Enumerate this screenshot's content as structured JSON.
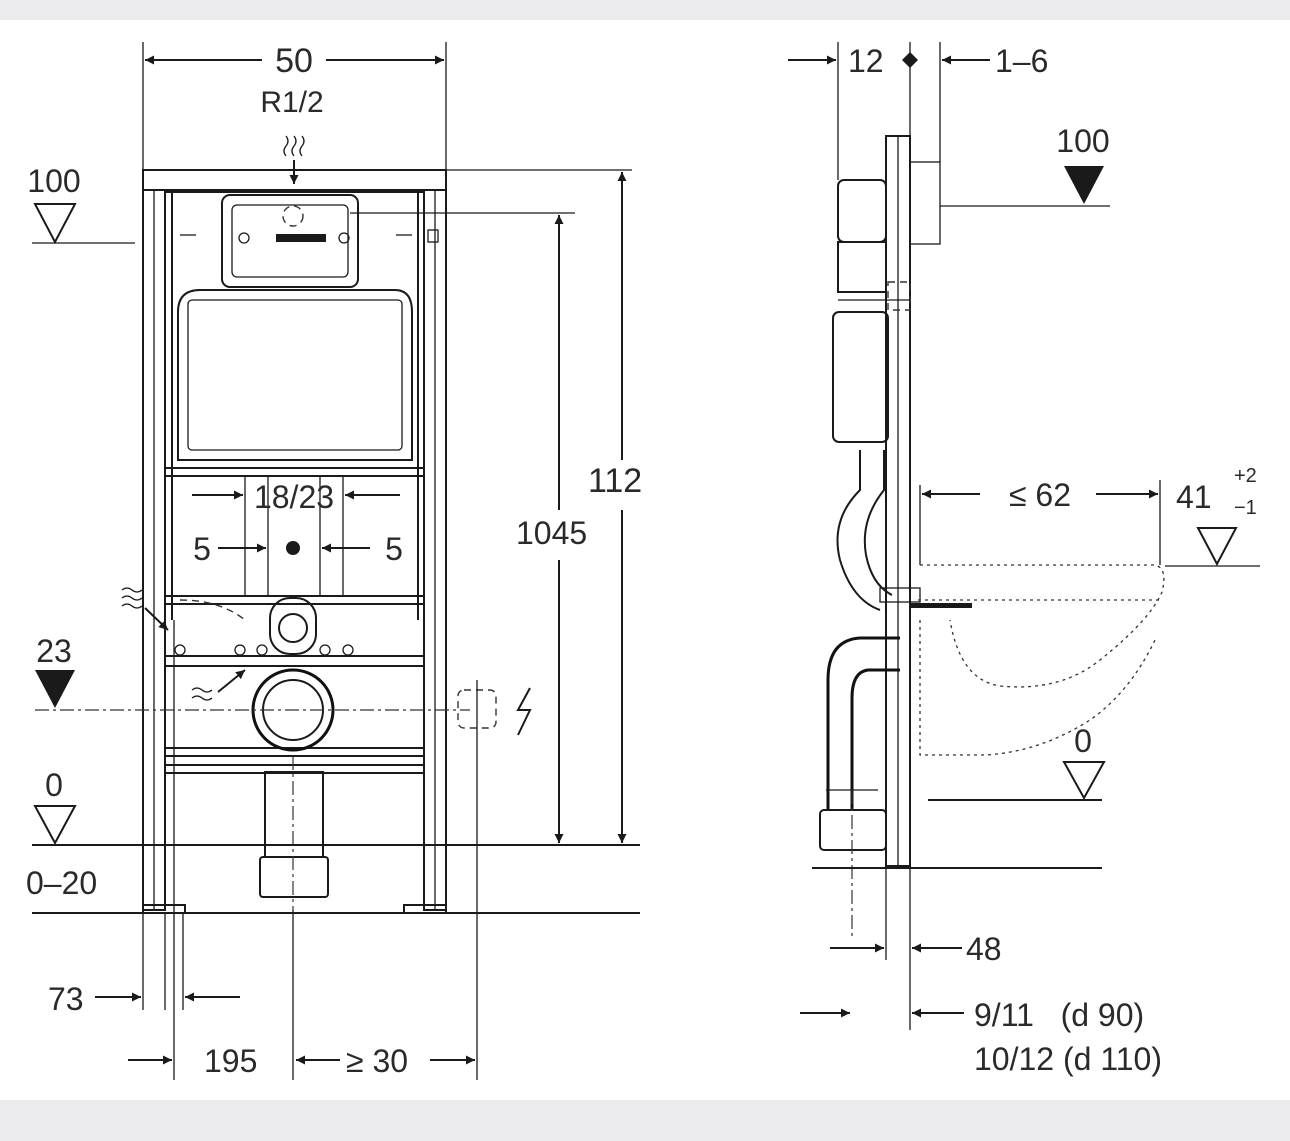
{
  "front_view": {
    "width_dim": "50",
    "water_inlet": "R1/2",
    "level_top": "100",
    "level_23": "23",
    "level_0": "0",
    "floor_range": "0–20",
    "overall_height": "112",
    "height_to_plate": "1045",
    "bolt_spacing": "18/23",
    "offset_left": "5",
    "offset_right": "5",
    "foot_offset": "73",
    "drain_offset": "195",
    "power_offset": "≥ 30"
  },
  "side_view": {
    "top_left_dim": "12",
    "top_right_dim": "1–6",
    "level_top": "100",
    "bowl_projection": "≤ 62",
    "seat_height": "41",
    "seat_tol_plus": "+2",
    "seat_tol_minus": "−1",
    "level_0": "0",
    "frame_depth": "48",
    "pipe_dim_d90": "9/11   (d 90)",
    "pipe_dim_d110": "10/12 (d 110)"
  }
}
